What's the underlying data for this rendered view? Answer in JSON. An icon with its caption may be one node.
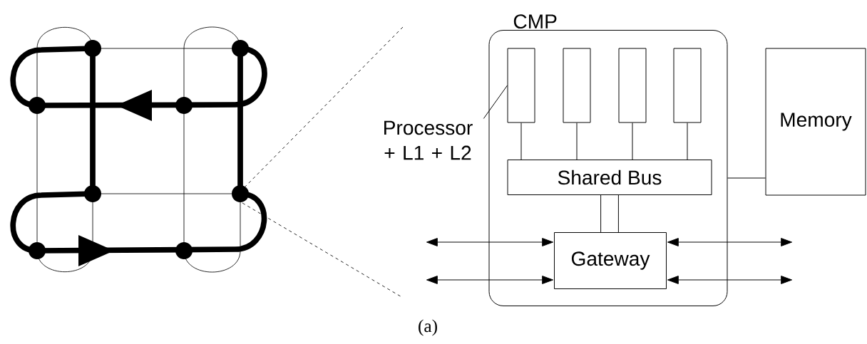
{
  "diagram": {
    "nodes": [
      {
        "text": [
          "CMP"
        ]
      },
      {
        "text": [],
        "shape": "box",
        "in": 0
      },
      {
        "text": [],
        "shape": "box",
        "in": 0
      },
      {
        "text": [],
        "shape": "box",
        "in": 0
      },
      {
        "text": [],
        "shape": "box",
        "in": 0
      },
      {
        "text": [
          "Shared Bus"
        ],
        "in": 0
      },
      {
        "text": [
          "Gateway"
        ],
        "in": 0
      },
      {
        "text": [
          "Memory"
        ]
      },
      {
        "text": [
          "Processor + L1 + L2"
        ]
      }
    ],
    "edges": [
      {
        "from": 8,
        "to": 1,
        "arrow": "none"
      },
      {
        "from": 1,
        "to": 5,
        "arrow": "none"
      },
      {
        "from": 2,
        "to": 5,
        "arrow": "none"
      },
      {
        "from": 3,
        "to": 5,
        "arrow": "none"
      },
      {
        "from": 4,
        "to": 5,
        "arrow": "none"
      },
      {
        "from": 5,
        "to": 6,
        "arrow": "none"
      },
      {
        "from": 5,
        "to": 6,
        "arrow": "none"
      },
      {
        "from": 0,
        "to": 7,
        "arrow": "none"
      },
      {
        "from": null,
        "to": 6,
        "arrow": "both"
      },
      {
        "from": null,
        "to": 6,
        "arrow": "both"
      },
      {
        "from": 6,
        "to": null,
        "arrow": "both"
      },
      {
        "from": 6,
        "to": null,
        "arrow": "both"
      }
    ],
    "labels": [
      "(a)"
    ]
  }
}
